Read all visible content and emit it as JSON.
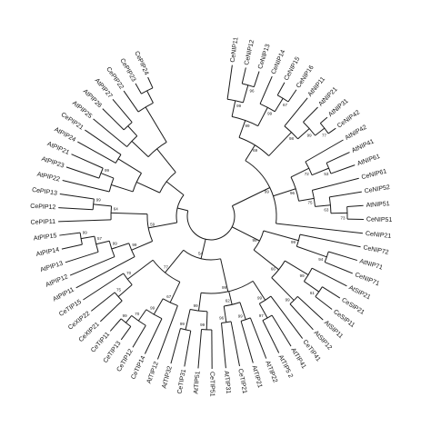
{
  "figure": {
    "colors": {
      "line": "#1a1a1a",
      "text": "#111111",
      "background": "#ffffff"
    }
  },
  "tree": {
    "label_order": [
      "CeNIP11",
      "CeNIP12",
      "CeNIP13",
      "CeNIP14",
      "CeNIP15",
      "CeNIP16",
      "AtNIP11",
      "AtNIP21",
      "AtNIP31",
      "CeNIP42",
      "AtNIP42",
      "AtNIP41",
      "AtNIP61",
      "CeNIP61",
      "CeNIP52",
      "AtNIP51",
      "CeNIP51",
      "CeNIP21",
      "CeNIP72",
      "AtNIP71",
      "CeNIP71",
      "AtSIP21",
      "CeSIP21",
      "CeSIP11",
      "AtSIP11",
      "AtSIP12",
      "CeTIP41",
      "AtTIP41",
      "AtTIP5 2",
      "AtTIP22",
      "AtTIP21",
      "CeTIP21",
      "AtTIP31",
      "CeTIP51",
      "AtTIP51",
      "CeTIP31",
      "AtTIP32",
      "AtTIP12",
      "CeTIP14",
      "CeTIP12",
      "CeTIP13",
      "CeTIP11",
      "CeXIP21",
      "CeXIP22",
      "CeTIP15",
      "AtPIP11",
      "AtPIP12",
      "AtPIP13",
      "AtPIP14",
      "AtPIP15",
      "CePIP11",
      "CePIP12",
      "CePIP13",
      "AtPIP22",
      "AtPIP23",
      "AtPIP21",
      "AtPIP24",
      "CePIP21",
      "AtPIP25",
      "AtPIP26",
      "AtPIP27",
      "CePIP22",
      "CePIP23",
      "CePIP24"
    ],
    "bootstrap_values": [
      "96",
      "99",
      "67",
      "99",
      "99",
      "77",
      "99",
      "98",
      "69",
      "53",
      "72",
      "73",
      "63",
      "75",
      "96",
      "99",
      "94",
      "99",
      "61",
      "99",
      "99",
      "66",
      "99",
      "97",
      "99",
      "99",
      "96",
      "62",
      "99",
      "99",
      "99",
      "99",
      "99",
      "70",
      "99",
      "67",
      "75",
      "70",
      "77",
      "54",
      "99",
      "57",
      "99",
      "99",
      "99",
      "64",
      "59",
      "99"
    ]
  }
}
